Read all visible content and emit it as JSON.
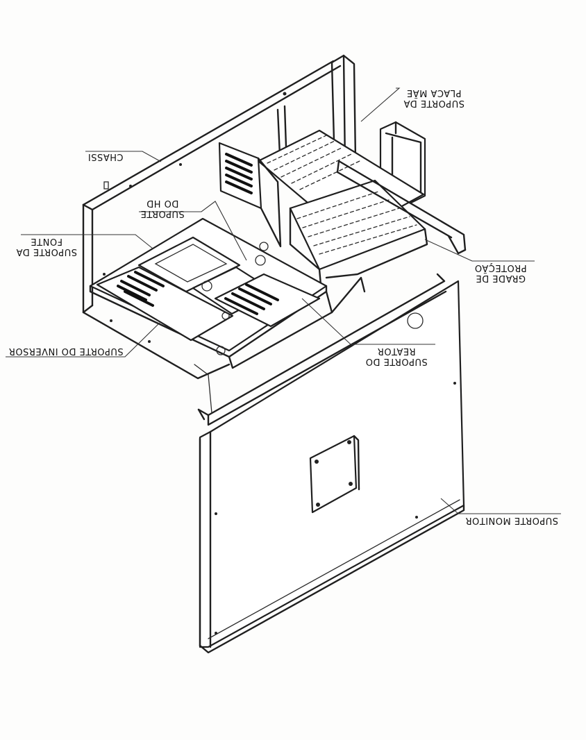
{
  "labels": {
    "placa_mae": [
      "PLACA MÃE",
      "SUPORTE DA"
    ],
    "chassi": [
      "CHASSI"
    ],
    "hd": [
      "DO HD",
      "SUPORTE"
    ],
    "fonte": [
      "FONTE",
      "SUPORTE DA"
    ],
    "protecao": [
      "PROTEÇÃO",
      "GRADE DE"
    ],
    "reator": [
      "REATOR",
      "SUPORTE DO"
    ],
    "inversor": [
      "SUPORTE DO INVERSOR"
    ],
    "monitor": [
      "SUPORTE MONITOR"
    ]
  }
}
